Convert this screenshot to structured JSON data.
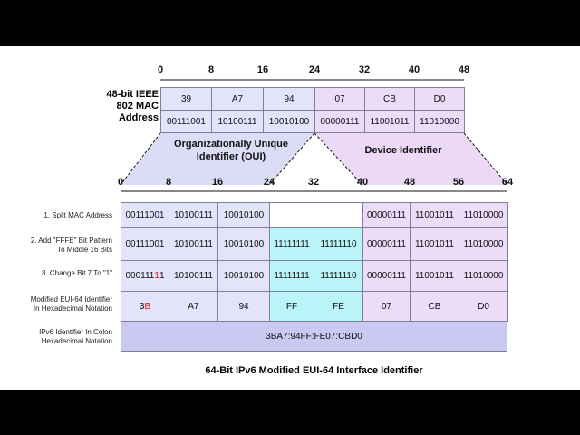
{
  "top": {
    "label_line1": "48-bit IEEE",
    "label_line2": "802 MAC",
    "label_line3": "Address",
    "ticks": [
      "0",
      "8",
      "16",
      "24",
      "32",
      "40",
      "48"
    ],
    "hex": [
      "39",
      "A7",
      "94",
      "07",
      "CB",
      "D0"
    ],
    "bin": [
      "00111001",
      "10100111",
      "10010100",
      "00000111",
      "11001011",
      "11010000"
    ]
  },
  "oui_label_line1": "Organizationally Unique",
  "oui_label_line2": "Identifier (OUI)",
  "device_label": "Device Identifier",
  "bottom_ticks": [
    "0",
    "8",
    "16",
    "24",
    "32",
    "40",
    "48",
    "56",
    "64"
  ],
  "rows": {
    "split": {
      "label": "1. Split MAC Address",
      "cells": [
        "00111001",
        "10100111",
        "10010100",
        "",
        "",
        "00000111",
        "11001011",
        "11010000"
      ]
    },
    "add_fffe": {
      "label_line1": "2. Add \"FFFE\" Bit Pattern",
      "label_line2": "To Middle 16 Bits",
      "cells": [
        "00111001",
        "10100111",
        "10010100",
        "11111111",
        "11111110",
        "00000111",
        "11001011",
        "11010000"
      ]
    },
    "change_bit": {
      "label": "3. Change Bit 7 To \"1\"",
      "first_prefix": "000111",
      "first_changed": "1",
      "first_suffix": "1",
      "cells": [
        "",
        "10100111",
        "10010100",
        "11111111",
        "11111110",
        "00000111",
        "11001011",
        "11010000"
      ]
    },
    "hexrow": {
      "label_line1": "Modified EUI-64 Identifier",
      "label_line2": "In Hexadecimal Notation",
      "first_prefix": "3",
      "first_changed": "B",
      "cells": [
        "",
        "A7",
        "94",
        "FF",
        "FE",
        "07",
        "CB",
        "D0"
      ]
    },
    "ipv6": {
      "label_line1": "IPv6 Identifier In Colon",
      "label_line2": "Hexadecimal Notation",
      "value": "3BA7:94FF:FE07:CBD0"
    }
  },
  "caption": "64-Bit IPv6 Modified EUI-64 Interface Identifier",
  "colors": {
    "oui": "#e3e3fa",
    "fffe": "#b9f4f8",
    "device": "#ecdcf8",
    "ipv6_row": "#c9c9f2",
    "changed_bit": "#dd1111"
  }
}
